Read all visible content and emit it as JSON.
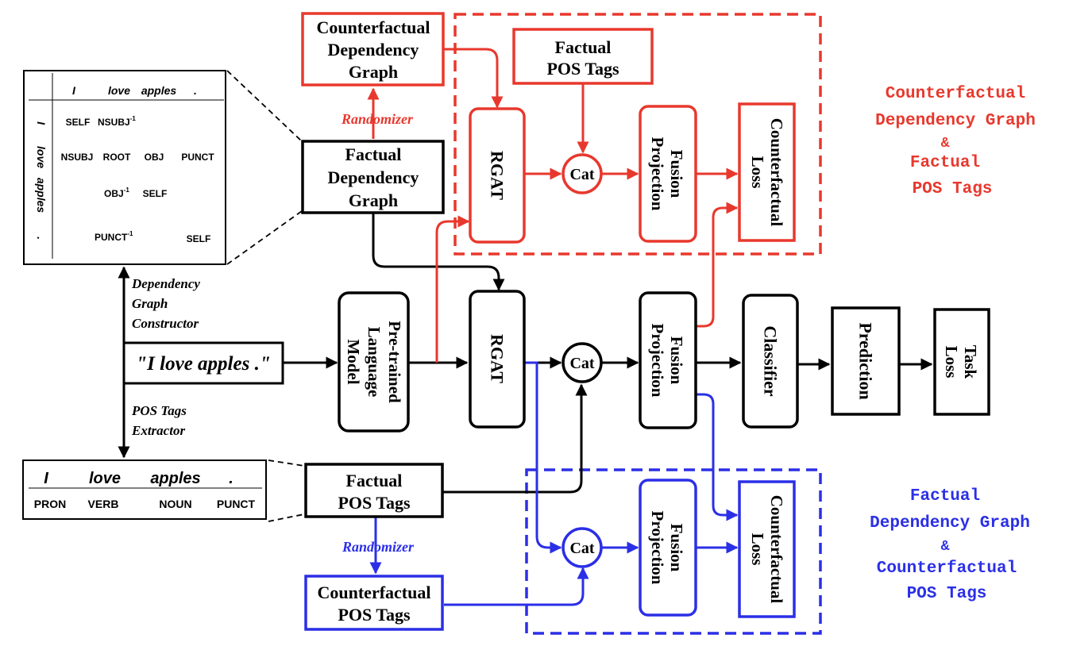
{
  "colors": {
    "black": "#000000",
    "red": "#e8382d",
    "blue": "#2b2fe6"
  },
  "dep_matrix": {
    "col_headers": [
      "I",
      "love",
      "apples",
      "."
    ],
    "row_headers": [
      "I",
      "love",
      "apples",
      "."
    ],
    "cells": {
      "self_1": "SELF",
      "nsubj_inv": "NSUBJ",
      "nsubj_inv_sup": "-1",
      "nsubj": "NSUBJ",
      "root": "ROOT",
      "obj": "OBJ",
      "punct": "PUNCT",
      "obj_inv": "OBJ",
      "obj_inv_sup": "-1",
      "self_3": "SELF",
      "punct_inv": "PUNCT",
      "punct_inv_sup": "-1",
      "self_4": "SELF"
    }
  },
  "pos_table": {
    "words": [
      "I",
      "love",
      "apples",
      "."
    ],
    "tags": [
      "PRON",
      "VERB",
      "NOUN",
      "PUNCT"
    ]
  },
  "labels": {
    "dependency_constructor": [
      "Dependency",
      "Graph",
      "Constructor"
    ],
    "pos_extractor": [
      "POS Tags",
      "Extractor"
    ],
    "sentence": "\"I love apples .\"",
    "randomizer_top": "Randomizer",
    "randomizer_bottom": "Randomizer"
  },
  "boxes": {
    "cf_dep_graph": [
      "Counterfactual",
      "Dependency",
      "Graph"
    ],
    "factual_pos_top": [
      "Factual",
      "POS Tags"
    ],
    "factual_dep_graph": [
      "Factual",
      "Dependency",
      "Graph"
    ],
    "rgat_top": "RGAT",
    "cat_top": "Cat",
    "fusion_top": [
      "Fusion",
      "Projection"
    ],
    "cf_loss_top": [
      "Counterfactual",
      "Loss"
    ],
    "plm": [
      "Pre-trained",
      "Language",
      "Model"
    ],
    "rgat_main": "RGAT",
    "cat_main": "Cat",
    "fusion_main": [
      "Fusion",
      "Projection"
    ],
    "classifier": "Classifier",
    "prediction": "Prediction",
    "task_loss": [
      "Task",
      "Loss"
    ],
    "factual_pos_bottom": [
      "Factual",
      "POS Tags"
    ],
    "cf_pos_tags": [
      "Counterfactual",
      "POS Tags"
    ],
    "cat_bottom": "Cat",
    "fusion_bottom": [
      "Fusion",
      "Projection"
    ],
    "cf_loss_bottom": [
      "Counterfactual",
      "Loss"
    ]
  },
  "legend_red": [
    "Counterfactual",
    "Dependency Graph",
    "&",
    "Factual",
    "POS Tags"
  ],
  "legend_blue": [
    "Factual",
    "Dependency Graph",
    "&",
    "Counterfactual",
    "POS Tags"
  ]
}
